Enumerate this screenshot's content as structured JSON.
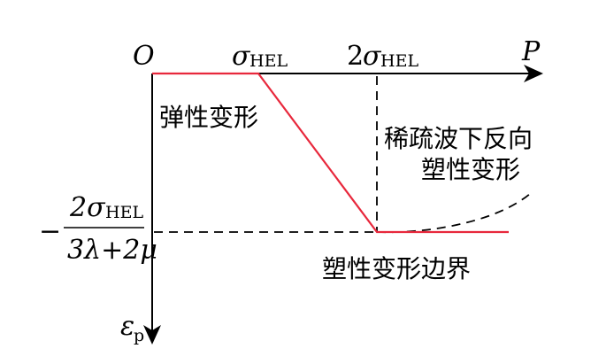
{
  "axes": {
    "origin_label": "O",
    "x_label": "P",
    "y_label_main": "ε",
    "y_label_sub": "p"
  },
  "x_ticks": {
    "sigma_symbol": "σ",
    "hel_sub": "HEL",
    "two": "2"
  },
  "y_tick": {
    "minus": "−",
    "numerator": "2σ",
    "numerator_sub": "HEL",
    "denominator": "3λ+2μ"
  },
  "annotations": {
    "elastic": "弹性变形",
    "unloading_line1": "稀疏波下反向",
    "unloading_line2": "塑性变形",
    "boundary": "塑性变形边界"
  },
  "colors": {
    "curve": "#e8283c",
    "axes": "#000000"
  }
}
